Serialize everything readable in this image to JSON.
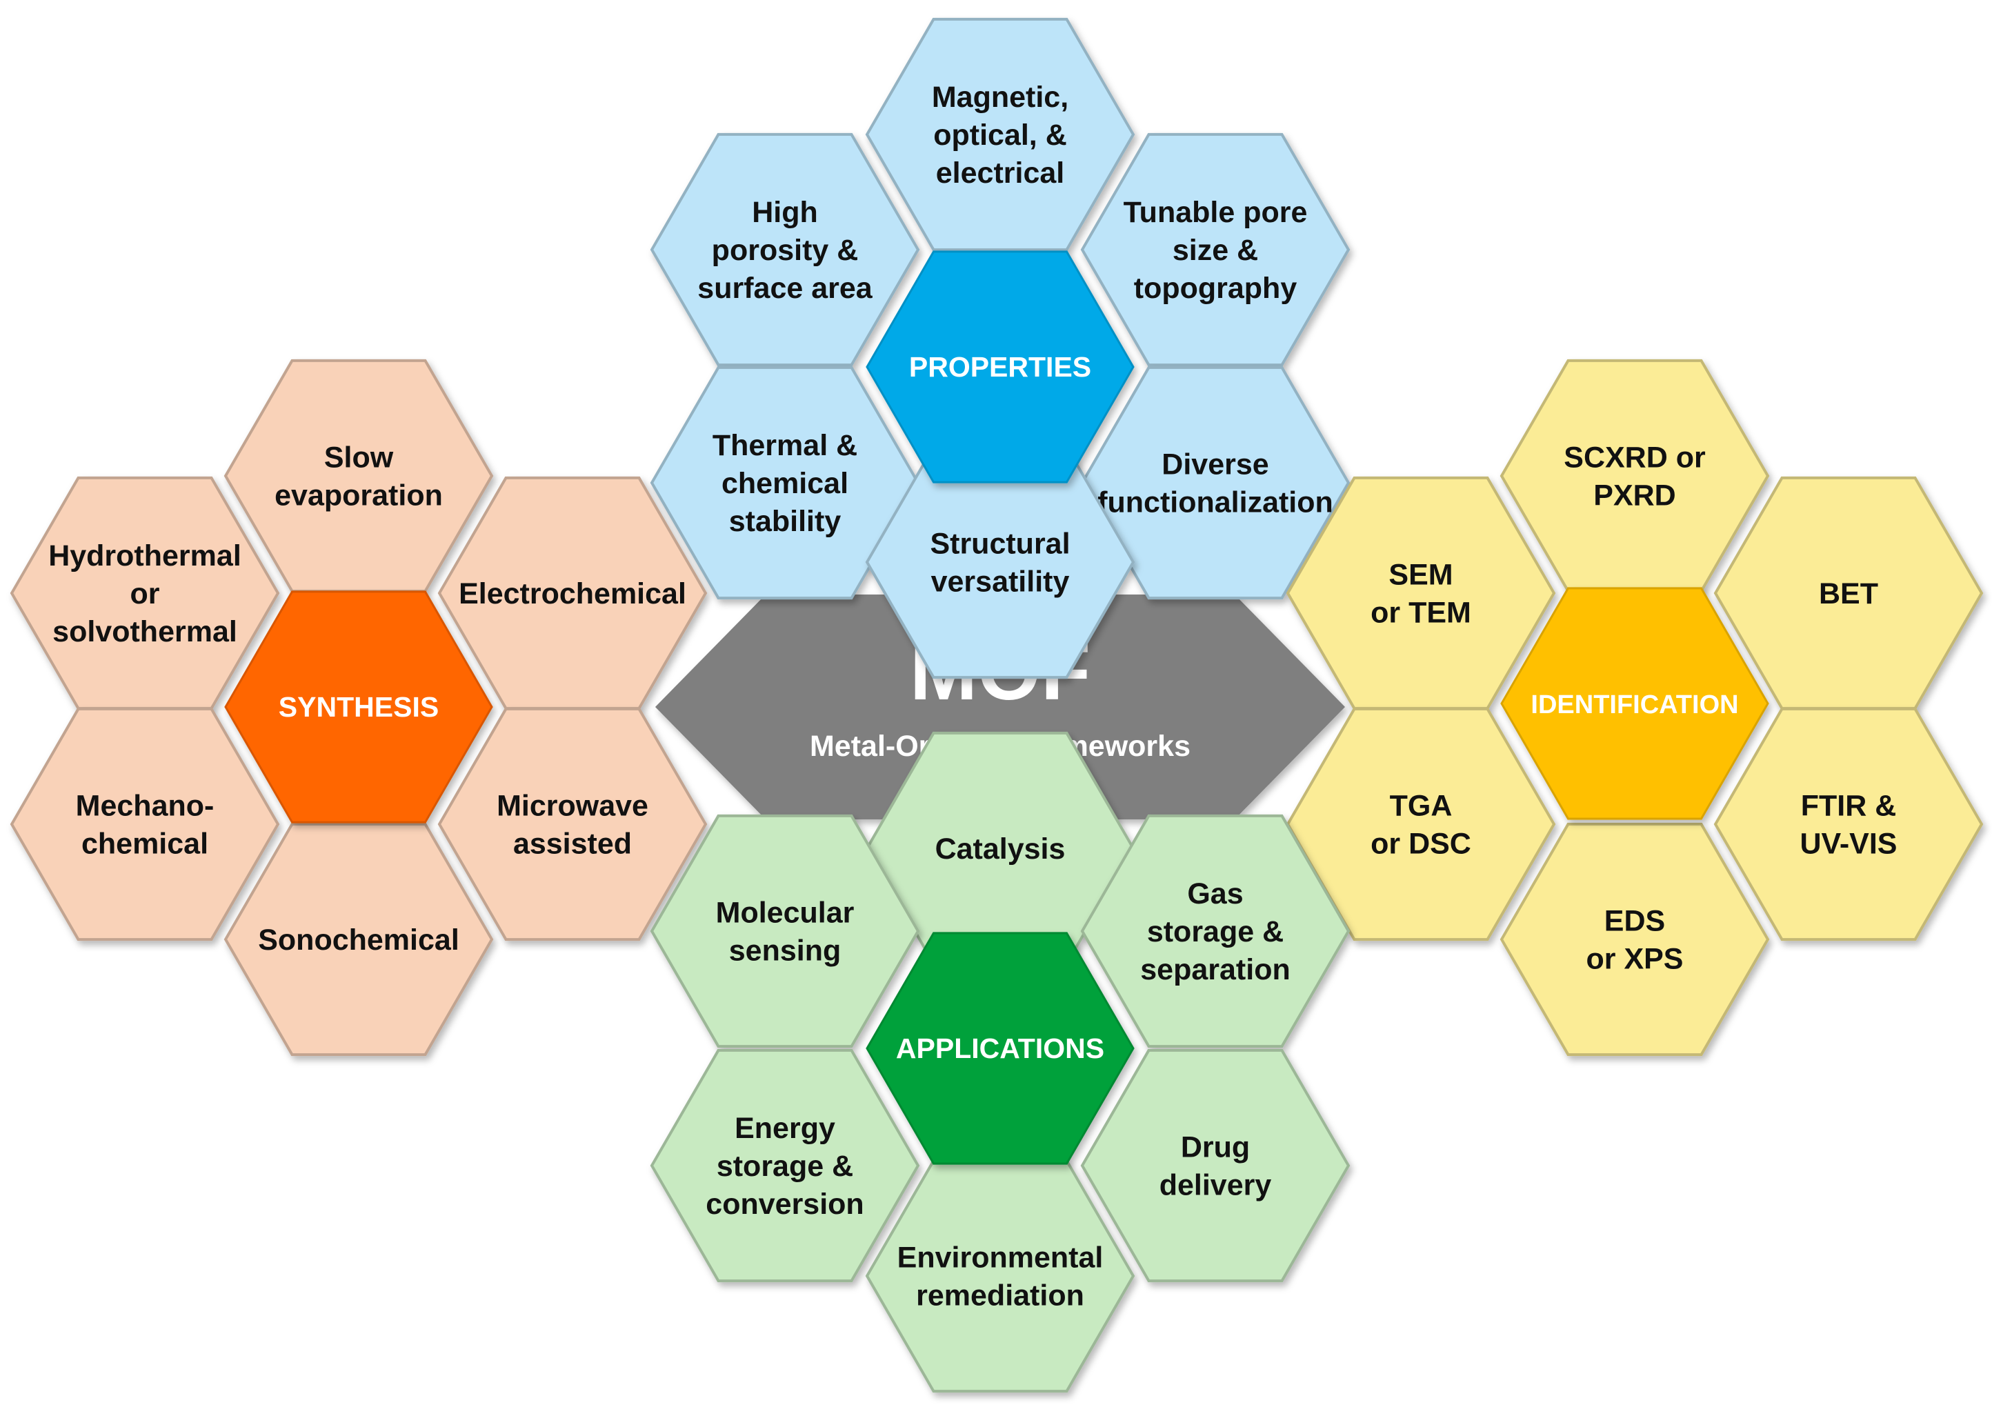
{
  "center": {
    "title": "MOF",
    "subtitle": "Metal-Organic Frameworks",
    "color": "#7f7f7f"
  },
  "clusters": {
    "properties": {
      "label": "PROPERTIES",
      "hub_color": "#00a9e8",
      "cell_color": "#bde4f9",
      "items": [
        [
          "Magnetic,",
          "optical, &",
          "electrical"
        ],
        [
          "High",
          "porosity &",
          "surface area"
        ],
        [
          "Tunable pore",
          "size &",
          "topography"
        ],
        [
          "Thermal &",
          "chemical",
          "stability"
        ],
        [
          "Diverse",
          "functionalization"
        ],
        [
          "Structural",
          "versatility"
        ]
      ]
    },
    "synthesis": {
      "label": "SYNTHESIS",
      "hub_color": "#ff6600",
      "cell_color": "#f9d2b8",
      "items": [
        [
          "Slow",
          "evaporation"
        ],
        [
          "Hydrothermal",
          "or",
          "solvothermal"
        ],
        [
          "Electrochemical"
        ],
        [
          "Mechano-",
          "chemical"
        ],
        [
          "Microwave",
          "assisted"
        ],
        [
          "Sonochemical"
        ]
      ]
    },
    "identification": {
      "label": "IDENTIFICATION",
      "hub_color": "#ffc000",
      "cell_color": "#fbec96",
      "items": [
        [
          "SCXRD or",
          "PXRD"
        ],
        [
          "SEM",
          "or TEM"
        ],
        [
          "BET"
        ],
        [
          "TGA",
          "or DSC"
        ],
        [
          "FTIR &",
          "UV-VIS"
        ],
        [
          "EDS",
          "or XPS"
        ]
      ]
    },
    "applications": {
      "label": "APPLICATIONS",
      "hub_color": "#00a13a",
      "cell_color": "#c8eac1",
      "items": [
        [
          "Catalysis"
        ],
        [
          "Molecular",
          "sensing"
        ],
        [
          "Gas",
          "storage &",
          "separation"
        ],
        [
          "Energy",
          "storage &",
          "conversion"
        ],
        [
          "Drug",
          "delivery"
        ],
        [
          "Environmental",
          "remediation"
        ]
      ]
    }
  }
}
